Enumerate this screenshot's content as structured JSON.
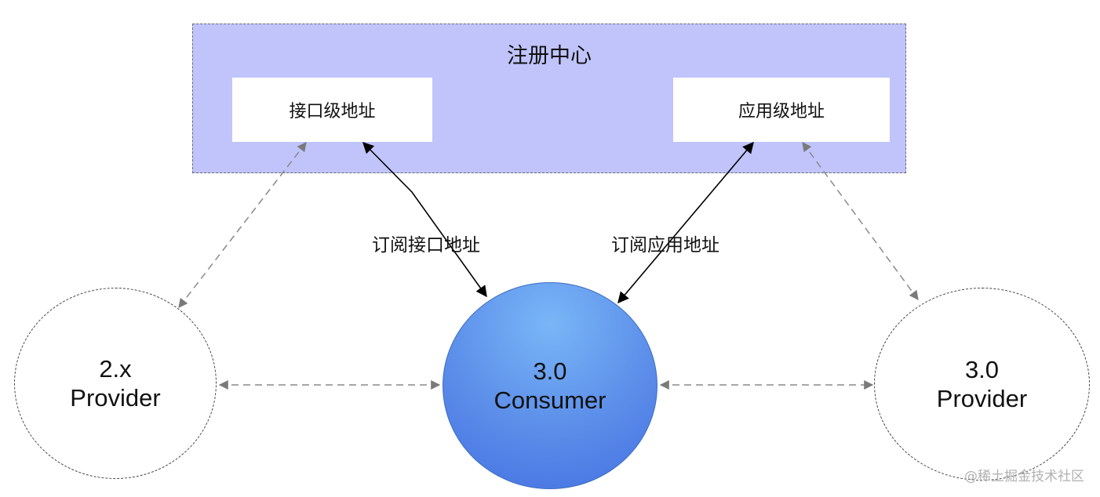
{
  "registry": {
    "title": "注册中心",
    "interface_address": "接口级地址",
    "application_address": "应用级地址"
  },
  "labels": {
    "subscribe_interface": "订阅接口地址",
    "subscribe_application": "订阅应用地址"
  },
  "nodes": {
    "provider_2x": {
      "line1": "2.x",
      "line2": "Provider"
    },
    "consumer_30": {
      "line1": "3.0",
      "line2": "Consumer"
    },
    "provider_30": {
      "line1": "3.0",
      "line2": "Provider"
    }
  },
  "watermark": "@稀土掘金技术社区",
  "colors": {
    "registry_fill": "#c0c4fb",
    "consumer_fill": "#5b8de9",
    "dashed_arrow": "#8a8a8a",
    "solid_arrow": "#000000"
  }
}
